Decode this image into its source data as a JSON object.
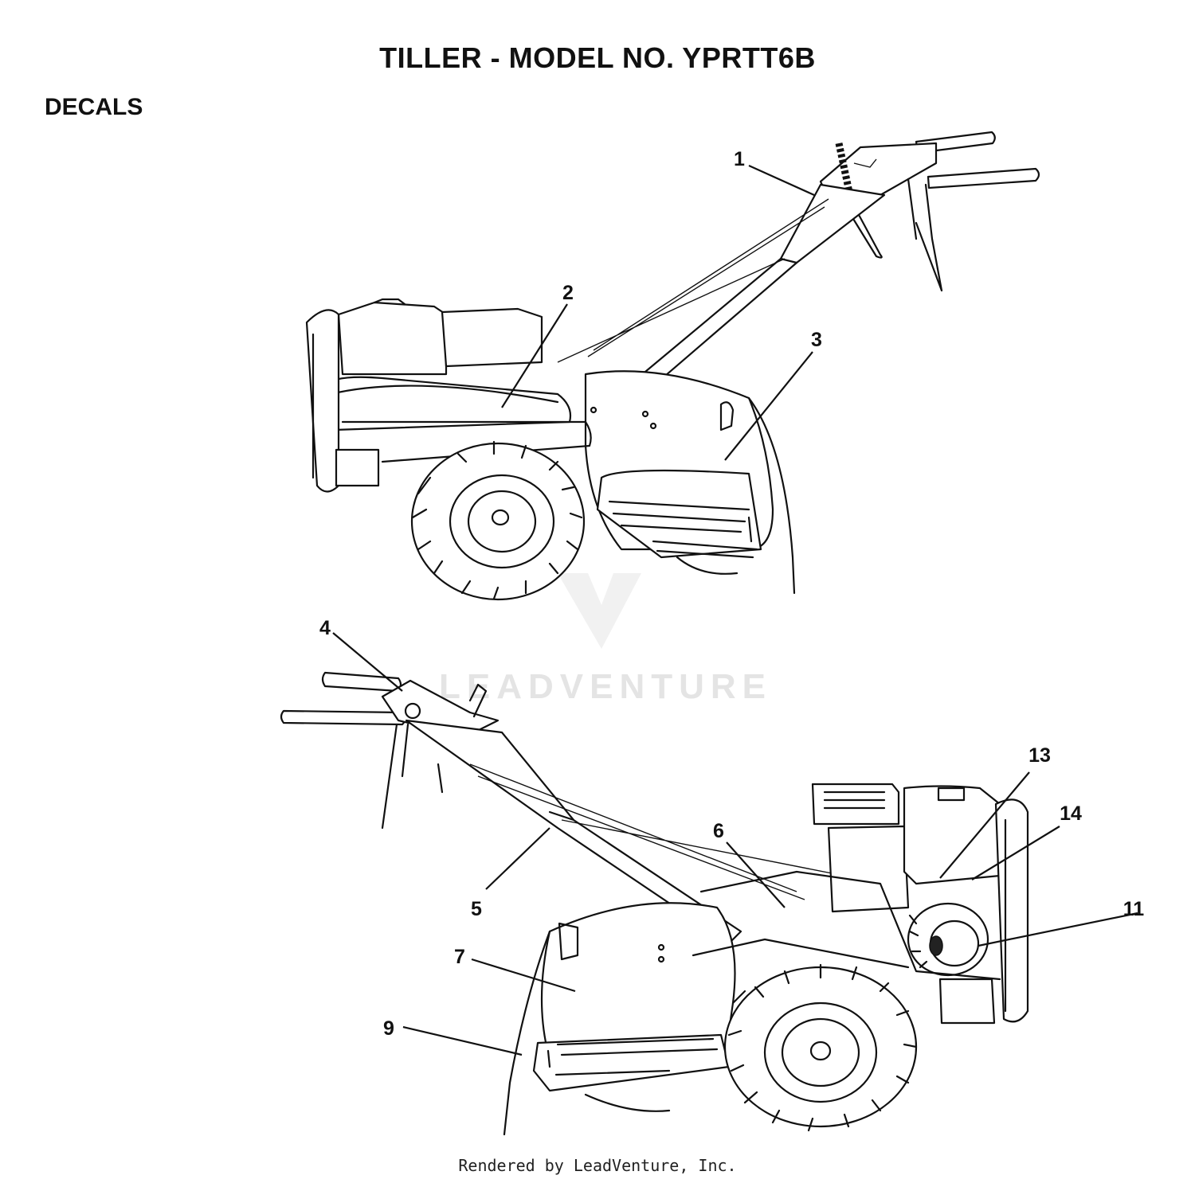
{
  "title": "TILLER - MODEL NO. YPRTT6B",
  "section": "DECALS",
  "watermark": "LEADVENTURE",
  "footer": "Rendered by LeadVenture, Inc.",
  "callouts": [
    "1",
    "2",
    "3",
    "4",
    "5",
    "6",
    "7",
    "9",
    "11",
    "13",
    "14"
  ]
}
